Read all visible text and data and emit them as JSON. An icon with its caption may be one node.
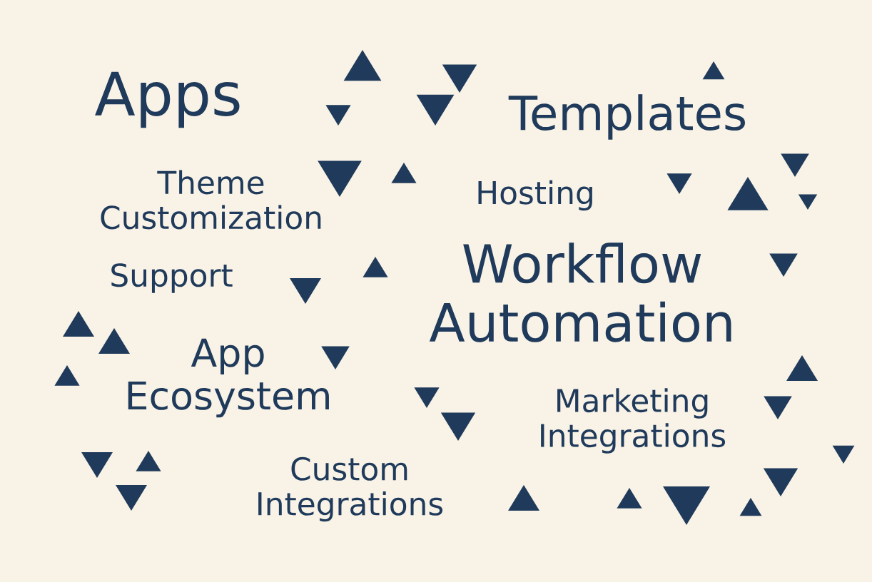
{
  "diagram": {
    "labels": [
      "Apps",
      "Templates",
      "Theme Customization",
      "Hosting",
      "Support",
      "Workflow Automation",
      "App Ecosystem",
      "Marketing Integrations",
      "Custom Integrations"
    ]
  }
}
